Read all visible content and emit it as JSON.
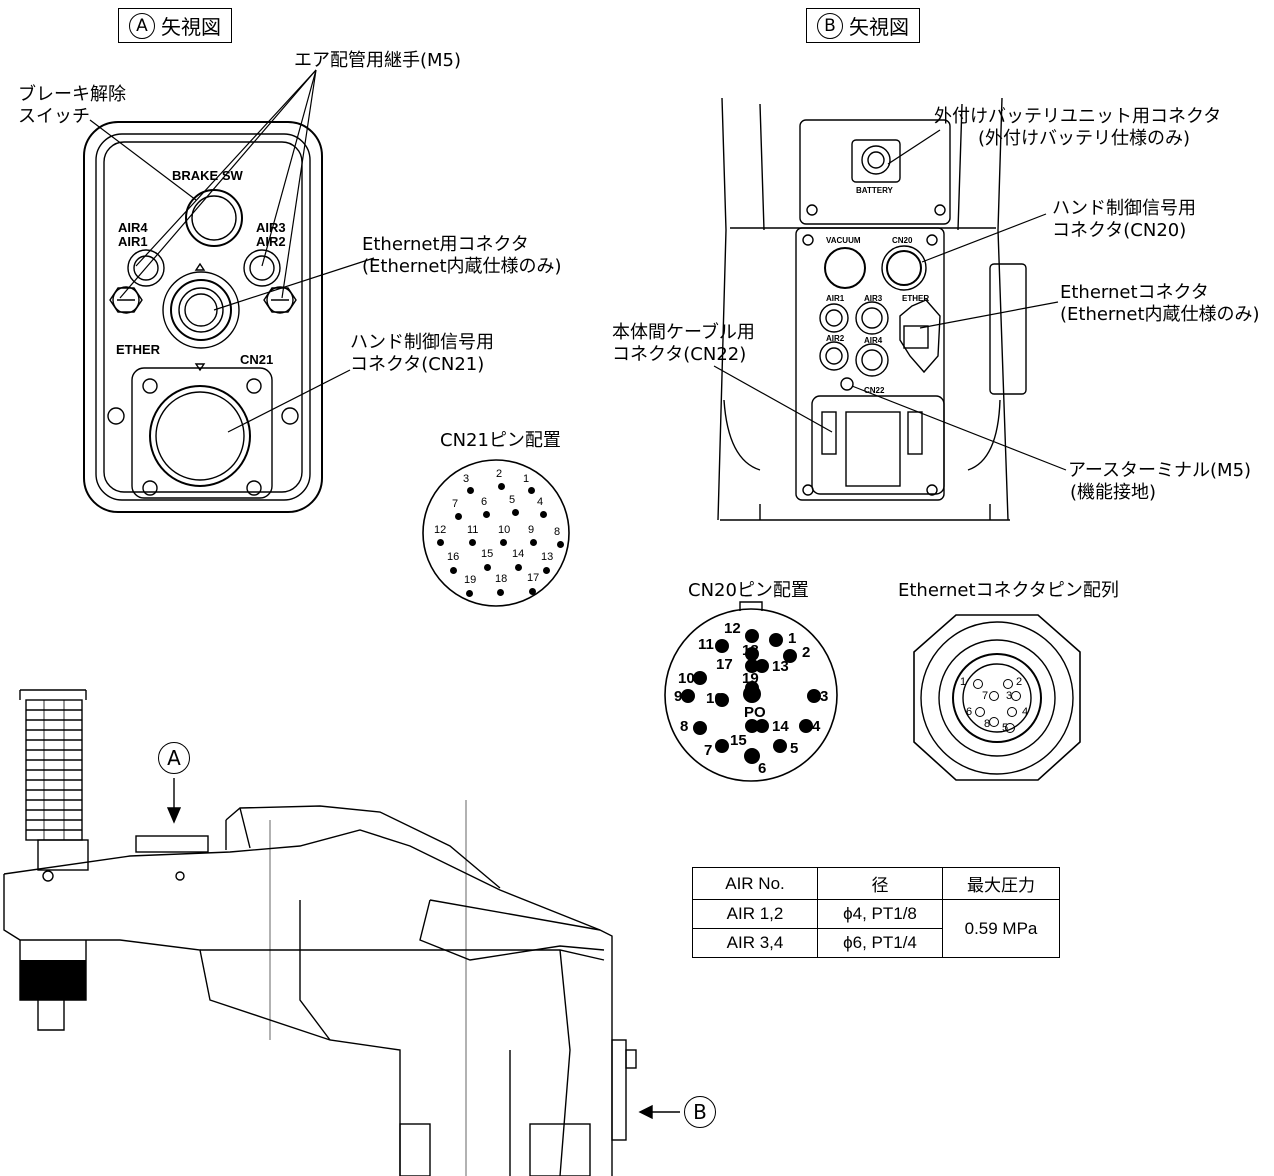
{
  "view_a": {
    "circle": "A",
    "title": "矢視図"
  },
  "view_b": {
    "circle": "B",
    "title": "矢視図"
  },
  "labels_a": {
    "air_fitting": "エア配管用継手(M5)",
    "brake_line1": "ブレーキ解除",
    "brake_line2": "スイッチ",
    "ethernet_line1": "Ethernet用コネクタ",
    "ethernet_line2": "(Ethernet内蔵仕様のみ)",
    "hand_line1": "ハンド制御信号用",
    "hand_line2": "コネクタ(CN21)"
  },
  "panel_a_marks": {
    "brake_sw": "BRAKE SW",
    "air4": "AIR4",
    "air1": "AIR1",
    "air3": "AIR3",
    "air2": "AIR2",
    "ether": "ETHER",
    "cn21": "CN21"
  },
  "labels_b": {
    "battery_line1": "外付けバッテリユニット用コネクタ",
    "battery_line2": "(外付けバッテリ仕様のみ)",
    "hand_line1": "ハンド制御信号用",
    "hand_line2": "コネクタ(CN20)",
    "ethernet_line1": "Ethernetコネクタ",
    "ethernet_line2": "(Ethernet内蔵仕様のみ)",
    "body_line1": "本体間ケーブル用",
    "body_line2": "コネクタ(CN22)",
    "earth_line1": "アースターミナル(M5)",
    "earth_line2": "(機能接地)"
  },
  "panel_b_marks": {
    "battery": "BATTERY",
    "vacuum": "VACUUM",
    "cn20": "CN20",
    "air1": "AIR1",
    "air3": "AIR3",
    "ether": "ETHER",
    "air2": "AIR2",
    "air4": "AIR4",
    "cn22": "CN22"
  },
  "cn21_pins": {
    "title": "CN21ピン配置",
    "pins": [
      "1",
      "2",
      "3",
      "4",
      "5",
      "6",
      "7",
      "8",
      "9",
      "10",
      "11",
      "12",
      "13",
      "14",
      "15",
      "16",
      "17",
      "18",
      "19"
    ]
  },
  "cn20_pins": {
    "title": "CN20ピン配置",
    "pins": [
      "1",
      "2",
      "3",
      "4",
      "5",
      "6",
      "7",
      "8",
      "9",
      "10",
      "11",
      "12",
      "13",
      "14",
      "15",
      "16",
      "17",
      "18",
      "19",
      "PO"
    ]
  },
  "ether_pins": {
    "title": "Ethernetコネクタピン配列",
    "pins": [
      "1",
      "2",
      "3",
      "4",
      "5",
      "6",
      "7",
      "8"
    ]
  },
  "air_table": {
    "headers": [
      "AIR No.",
      "径",
      "最大圧力"
    ],
    "rows": [
      {
        "no": "AIR 1,2",
        "dia": "ϕ4, PT1/8"
      },
      {
        "no": "AIR 3,4",
        "dia": "ϕ6, PT1/4"
      }
    ],
    "pressure": "0.59 MPa"
  },
  "robot_refs": {
    "a": "A",
    "b": "B"
  }
}
